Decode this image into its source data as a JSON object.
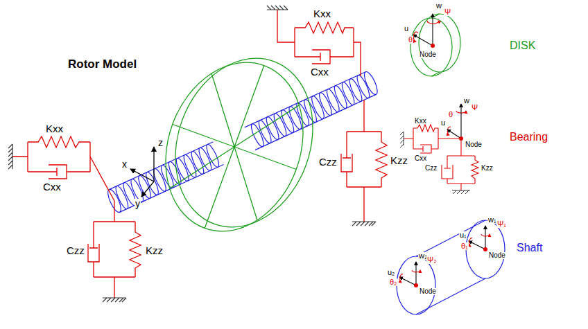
{
  "diagram": {
    "title": "Rotor Model",
    "labels": [
      "x",
      "y",
      "z",
      "Kxx",
      "Cxx",
      "Czz",
      "Kzz",
      "Kxx",
      "Cxx",
      "Czz",
      "Kzz",
      "w",
      "Ψ",
      "u",
      "θ",
      "Node",
      "DISK",
      "Kxx",
      "Cxx",
      "w",
      "Ψ",
      "u",
      "θ",
      "Node",
      "Czz",
      "Kzz",
      "Bearing",
      "u₂",
      "θ₂",
      "w₂",
      "Ψ₂",
      "Node",
      "u₁",
      "θ₁",
      "w₁",
      "Ψ₁",
      "Node",
      "Shaft"
    ]
  }
}
